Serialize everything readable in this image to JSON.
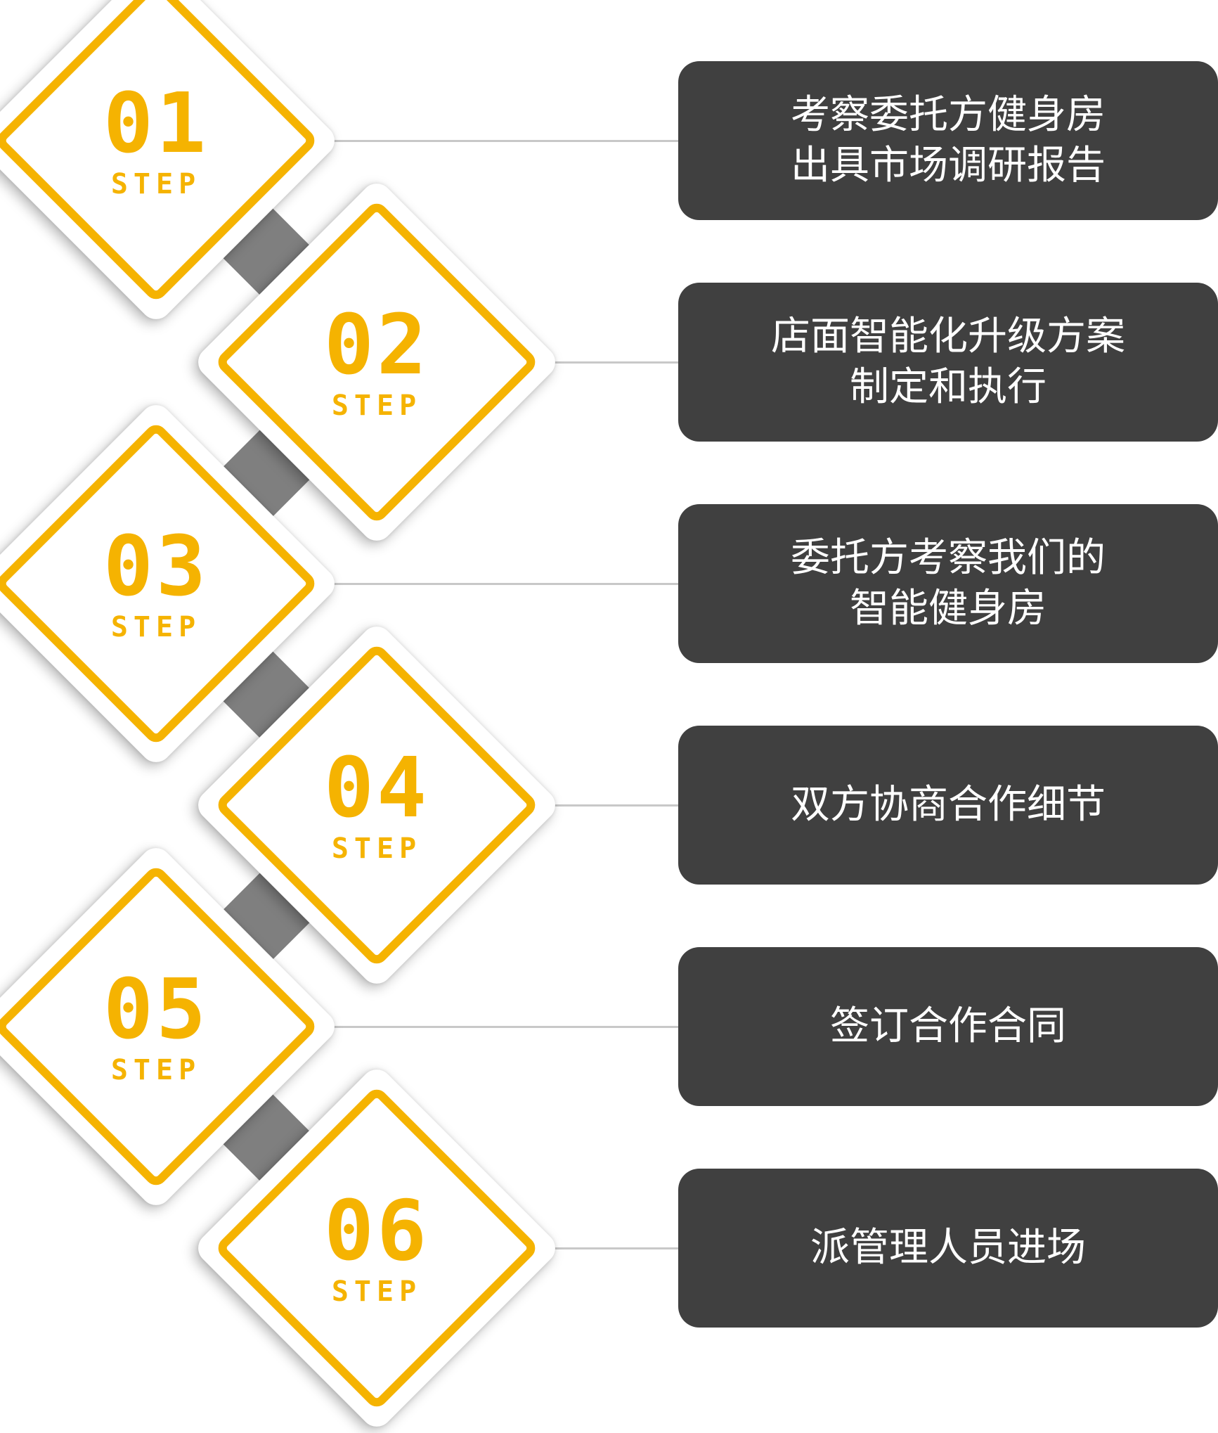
{
  "accent_color": "#f5b301",
  "box_color": "#404040",
  "connector_color": "#7f7f7f",
  "steps": [
    {
      "number": "01",
      "word": "STEP",
      "text": "考察委托方健身房\n出具市场调研报告"
    },
    {
      "number": "02",
      "word": "STEP",
      "text": "店面智能化升级方案\n制定和执行"
    },
    {
      "number": "03",
      "word": "STEP",
      "text": "委托方考察我们的\n智能健身房"
    },
    {
      "number": "04",
      "word": "STEP",
      "text": "双方协商合作细节"
    },
    {
      "number": "05",
      "word": "STEP",
      "text": "签订合作合同"
    },
    {
      "number": "06",
      "word": "STEP",
      "text": "派管理人员进场"
    }
  ]
}
